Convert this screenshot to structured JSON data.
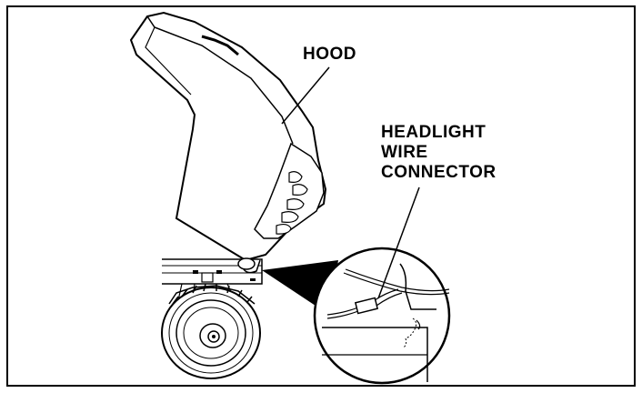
{
  "labels": {
    "hood": "HOOD",
    "connector_line1": "HEADLIGHT",
    "connector_line2": "WIRE",
    "connector_line3": "CONNECTOR"
  },
  "colors": {
    "stroke": "#000000",
    "fill": "#ffffff",
    "background": "#ffffff"
  }
}
